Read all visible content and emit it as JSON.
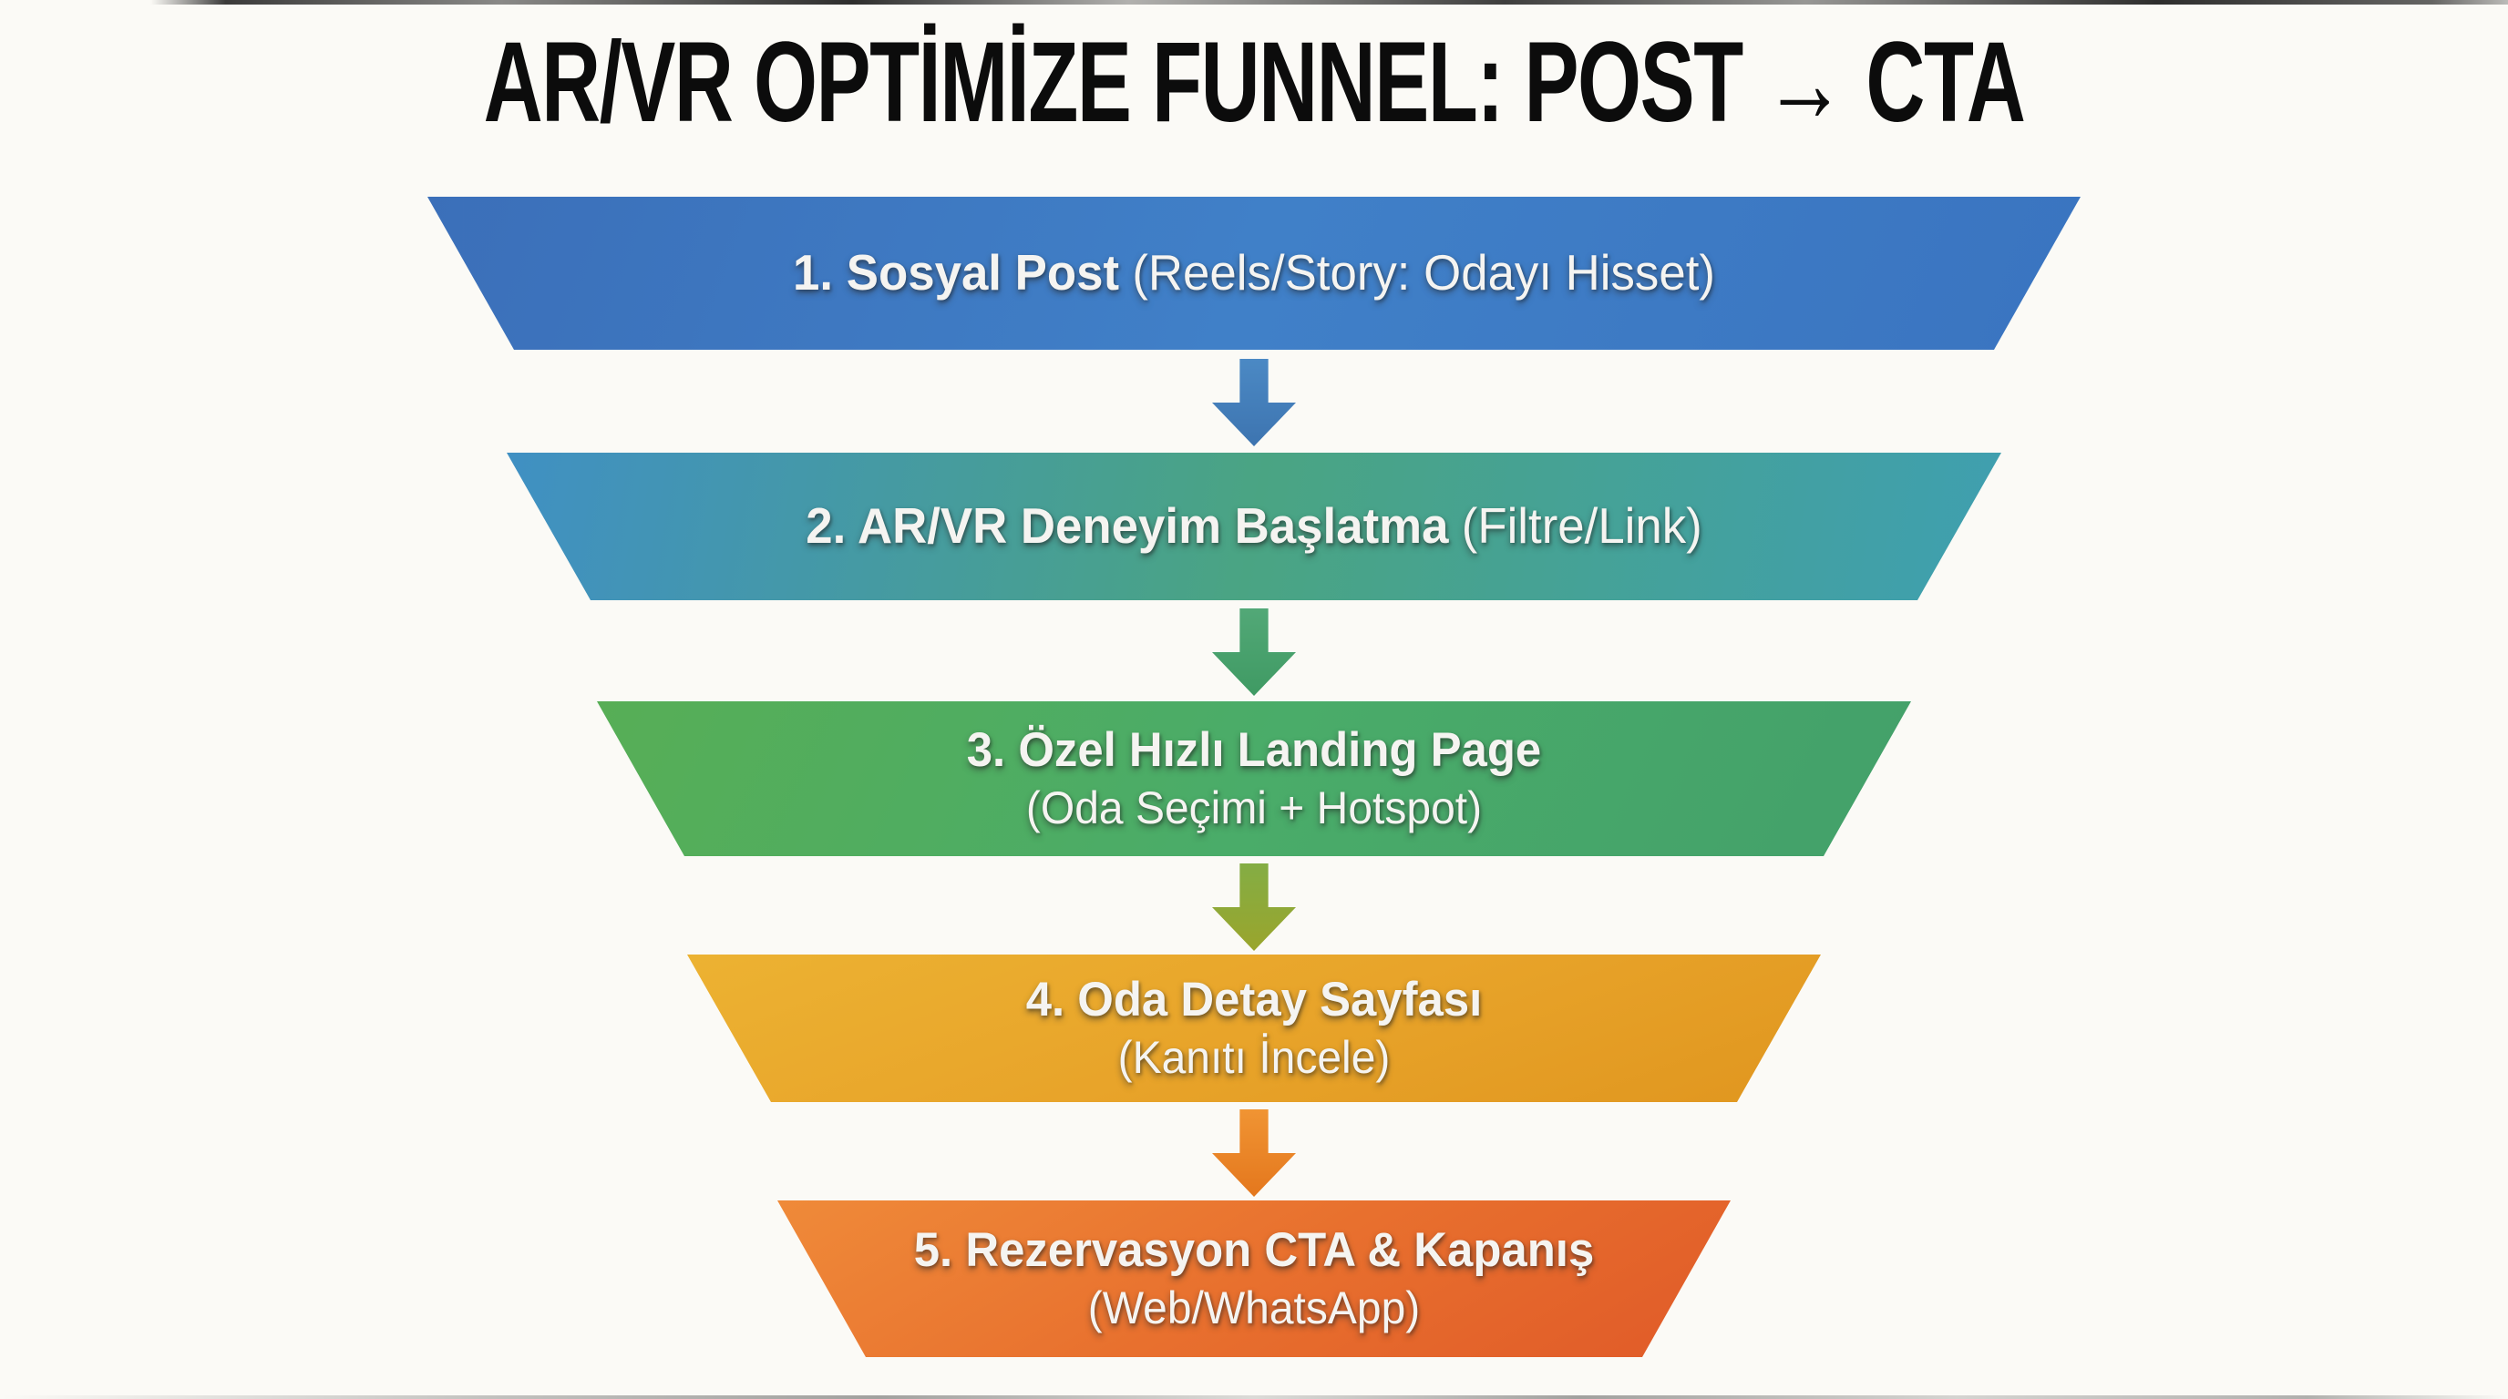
{
  "title": "AR/VR OPTİMİZE FUNNEL: POST → CTA",
  "page_background": "#fbfaf6",
  "title_color": "#0c0c0c",
  "funnel": {
    "stages": [
      {
        "title": "1. Sosyal Post",
        "subtitle": "(Reels/Story: Odayı Hisset)",
        "layout": "inline",
        "angle": "110deg",
        "colors": [
          "#3b6fb9",
          "#4080c8",
          "#3a74c0"
        ]
      },
      {
        "title": "2. AR/VR Deneyim Başlatma",
        "subtitle": "(Filtre/Link)",
        "layout": "inline",
        "angle": "100deg",
        "colors": [
          "#4090c3",
          "#4aa483",
          "#3f9fb0"
        ]
      },
      {
        "title": "3. Özel Hızlı Landing Page",
        "subtitle": "(Oda Seçimi + Hotspot)",
        "layout": "stacked",
        "angle": "115deg",
        "colors": [
          "#57ae56",
          "#4aac69",
          "#43a06a"
        ]
      },
      {
        "title": "4. Oda Detay Sayfası",
        "subtitle": "(Kanıtı İncele)",
        "layout": "stacked",
        "angle": "160deg",
        "colors": [
          "#ecb232",
          "#e8a42a",
          "#e0961f"
        ]
      },
      {
        "title": "5. Rezervasyon CTA & Kapanış",
        "subtitle": "(Web/WhatsApp)",
        "layout": "stacked",
        "angle": "150deg",
        "colors": [
          "#ef8a39",
          "#e8702e",
          "#e05a28"
        ]
      }
    ],
    "arrows": [
      {
        "name": "arrow-blue",
        "colors": [
          "#4b89c4",
          "#3d74b0"
        ]
      },
      {
        "name": "arrow-green",
        "colors": [
          "#52a877",
          "#3f9a63"
        ]
      },
      {
        "name": "arrow-olive",
        "colors": [
          "#84ad44",
          "#9aa52c"
        ]
      },
      {
        "name": "arrow-orange",
        "colors": [
          "#f09433",
          "#e4771d"
        ]
      }
    ]
  }
}
